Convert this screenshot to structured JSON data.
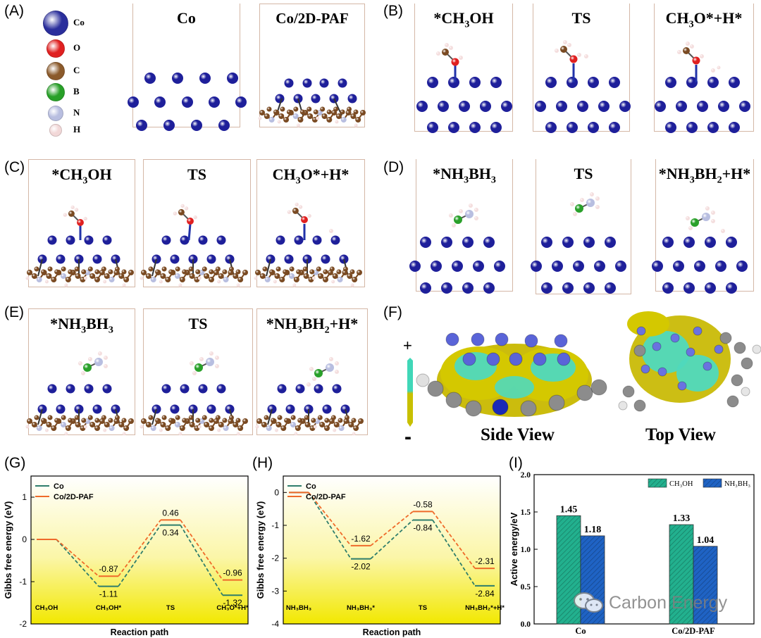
{
  "panels": {
    "A": {
      "label": "(A)",
      "frames": [
        "Co",
        "Co/2D-PAF"
      ]
    },
    "B": {
      "label": "(B)"
    },
    "C": {
      "label": "(C)"
    },
    "D": {
      "label": "(D)"
    },
    "E": {
      "label": "(E)"
    },
    "F": {
      "label": "(F)",
      "plus": "+",
      "minus": "-",
      "side_view": "Side View",
      "top_view": "Top View"
    },
    "G": {
      "label": "(G)"
    },
    "H": {
      "label": "(H)"
    },
    "I": {
      "label": "(I)"
    }
  },
  "legend": [
    {
      "symbol": "Co",
      "color": "#2a2e9c"
    },
    {
      "symbol": "O",
      "color": "#e02020"
    },
    {
      "symbol": "C",
      "color": "#8b5a2b"
    },
    {
      "symbol": "B",
      "color": "#28a028"
    },
    {
      "symbol": "N",
      "color": "#b8bee0"
    },
    {
      "symbol": "H",
      "color": "#f2d8d8"
    }
  ],
  "atom_colors": {
    "Co": "#1e1f9a",
    "O": "#e02020",
    "C": "#7a4a22",
    "B": "#2aa02a",
    "N": "#b8bee0",
    "H": "#f4dede"
  },
  "chart_data": [
    {
      "id": "G",
      "type": "line",
      "subtype": "energy-profile",
      "xlabel": "Reaction path",
      "ylabel": "Gibbs free energy (eV)",
      "ylim": [
        -2,
        1.5
      ],
      "yticks": [
        -2,
        -1,
        0,
        1
      ],
      "categories": [
        "CH3OH",
        "CH3OH*",
        "TS",
        "CH3O*+H*"
      ],
      "category_labels": [
        "CH₃OH",
        "CH₃OH*",
        "TS",
        "CH₃O*+H*"
      ],
      "series": [
        {
          "name": "Co",
          "color": "#2e7d6b",
          "values": [
            0,
            -1.11,
            0.34,
            -1.32
          ],
          "labels": [
            "",
            "-1.11",
            "0.34",
            "-1.32"
          ]
        },
        {
          "name": "Co/2D-PAF",
          "color": "#ef6a2a",
          "values": [
            0,
            -0.87,
            0.46,
            -0.96
          ],
          "labels": [
            "",
            "-0.87",
            "0.46",
            "-0.96"
          ]
        }
      ]
    },
    {
      "id": "H",
      "type": "line",
      "subtype": "energy-profile",
      "xlabel": "Reaction path",
      "ylabel": "Gibbs free energy (eV)",
      "ylim": [
        -4,
        0.5
      ],
      "yticks": [
        -4,
        -3,
        -2,
        -1,
        0
      ],
      "categories": [
        "NH3BH3",
        "NH3BH3*",
        "TS",
        "NH3BH2*+H*"
      ],
      "category_labels": [
        "NH₃BH₃",
        "NH₃BH₃*",
        "TS",
        "NH₃BH₂*+H*"
      ],
      "series": [
        {
          "name": "Co",
          "color": "#2e7d6b",
          "values": [
            0,
            -2.02,
            -0.84,
            -2.84
          ],
          "labels": [
            "",
            "-2.02",
            "-0.84",
            "-2.84"
          ]
        },
        {
          "name": "Co/2D-PAF",
          "color": "#ef6a2a",
          "values": [
            0,
            -1.62,
            -0.58,
            -2.31
          ],
          "labels": [
            "",
            "-1.62",
            "-0.58",
            "-2.31"
          ]
        }
      ]
    },
    {
      "id": "I",
      "type": "bar",
      "xlabel": "",
      "ylabel": "Active energy/eV",
      "ylim": [
        0,
        2.0
      ],
      "yticks": [
        0.0,
        0.5,
        1.0,
        1.5,
        2.0
      ],
      "categories": [
        "Co",
        "Co/2D-PAF"
      ],
      "series": [
        {
          "name": "CH₃OH",
          "color": "#22b08e",
          "values": [
            1.45,
            1.33
          ]
        },
        {
          "name": "NH₃BH₃",
          "color": "#1f63c4",
          "values": [
            1.18,
            1.04
          ]
        }
      ]
    }
  ],
  "watermark": "Carbon Energy"
}
